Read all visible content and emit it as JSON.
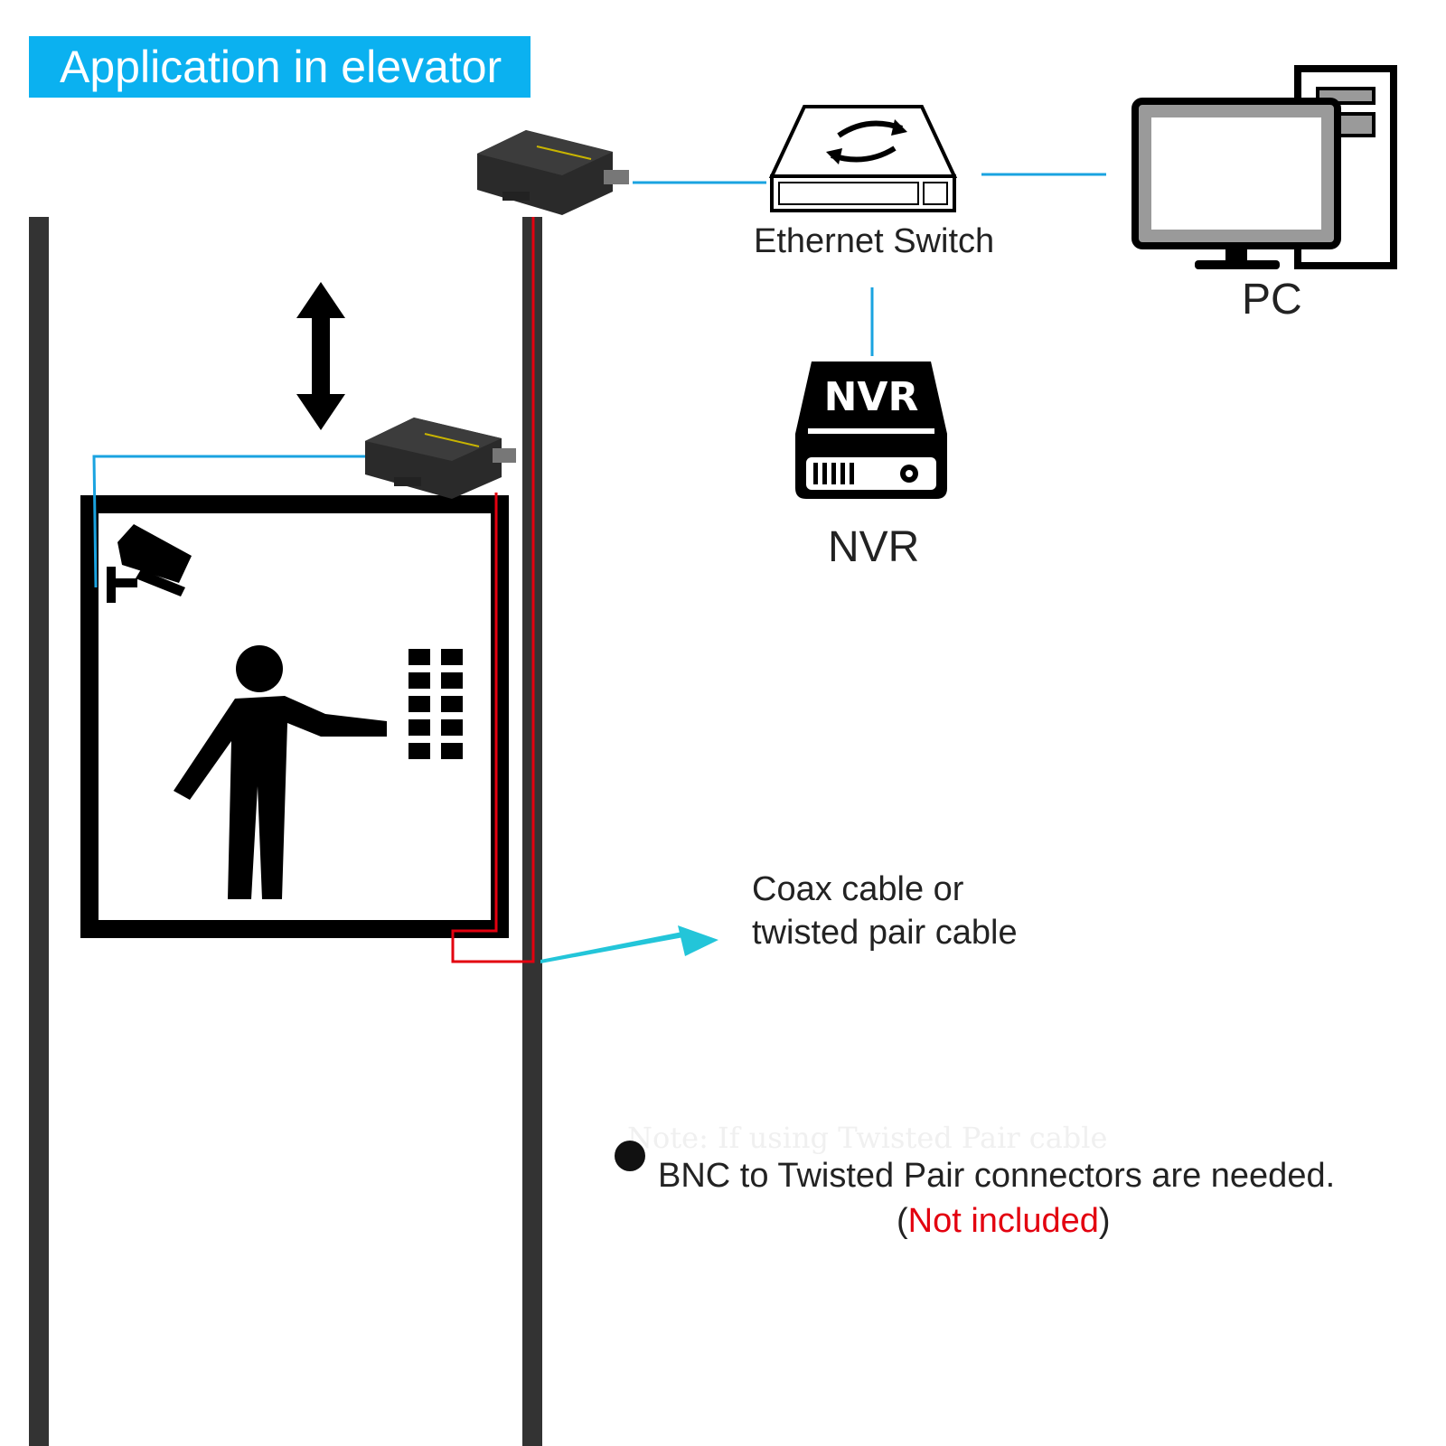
{
  "title": "Application in elevator",
  "labels": {
    "switch": "Ethernet Switch",
    "pc": "PC",
    "nvr": "NVR",
    "nvr_device_text": "NVR",
    "cable_line1": "Coax cable or",
    "cable_line2": "twisted pair cable"
  },
  "note": {
    "faint": "Note: If using Twisted Pair cable",
    "main": "BNC to Twisted Pair connectors are needed.",
    "paren_open": "(",
    "not_included": "Not included",
    "paren_close": ")"
  },
  "colors": {
    "banner": "#0bb1f0",
    "ethernet_cable": "#1aa3e0",
    "coax_cable": "#e3000f",
    "arrow": "#23c5d9",
    "rail": "#333333"
  }
}
